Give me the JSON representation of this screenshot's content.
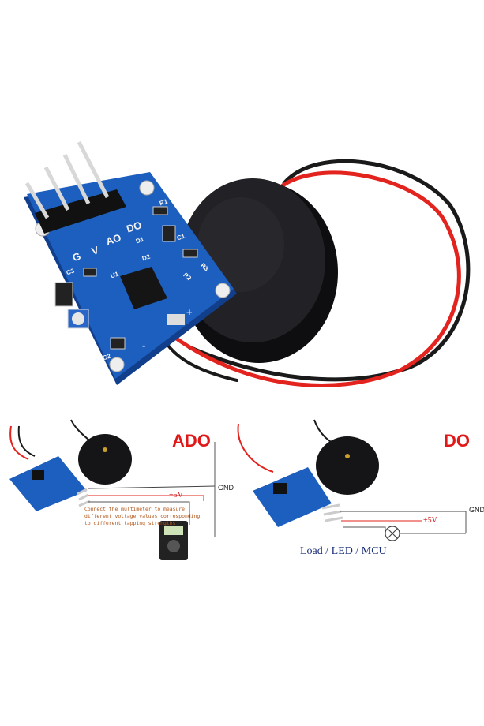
{
  "colors": {
    "pcb": "#1d5fbf",
    "pcb_dark": "#123f8c",
    "piezo": "#1c1c1e",
    "wire_red": "#e3231e",
    "wire_black": "#1a1a1a",
    "header": "#1a1a1a",
    "pins": "#d8d8d8",
    "label_red": "#e01818"
  },
  "board": {
    "pin_labels": [
      "G",
      "V",
      "AO",
      "DO"
    ],
    "component_labels": [
      "R1",
      "R2",
      "R3",
      "C1",
      "C2",
      "C3",
      "U1",
      "D1",
      "D2",
      "+",
      "-"
    ]
  },
  "left_panel": {
    "title": "ADO",
    "gnd_label": "GND",
    "v5_label": "+5V",
    "note": [
      "Connect the multimeter to measure",
      "different voltage values corresponding",
      "to different tapping strengths"
    ]
  },
  "right_panel": {
    "title": "DO",
    "gnd_label": "GND",
    "v5_label": "+5V",
    "load_label": "Load / LED / MCU"
  },
  "icons": {
    "lamp": "lamp-icon",
    "multimeter": "multimeter-icon"
  }
}
